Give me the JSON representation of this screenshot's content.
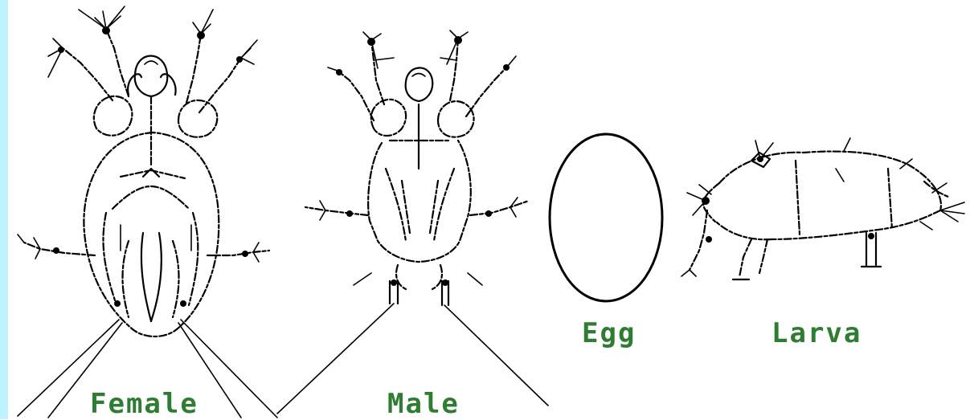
{
  "colors": {
    "label": "#2e7d32",
    "sidebar": "#bff3ff",
    "line": "#000000"
  },
  "labels": {
    "female": "Female",
    "male": "Male",
    "egg": "Egg",
    "larva": "Larva"
  }
}
